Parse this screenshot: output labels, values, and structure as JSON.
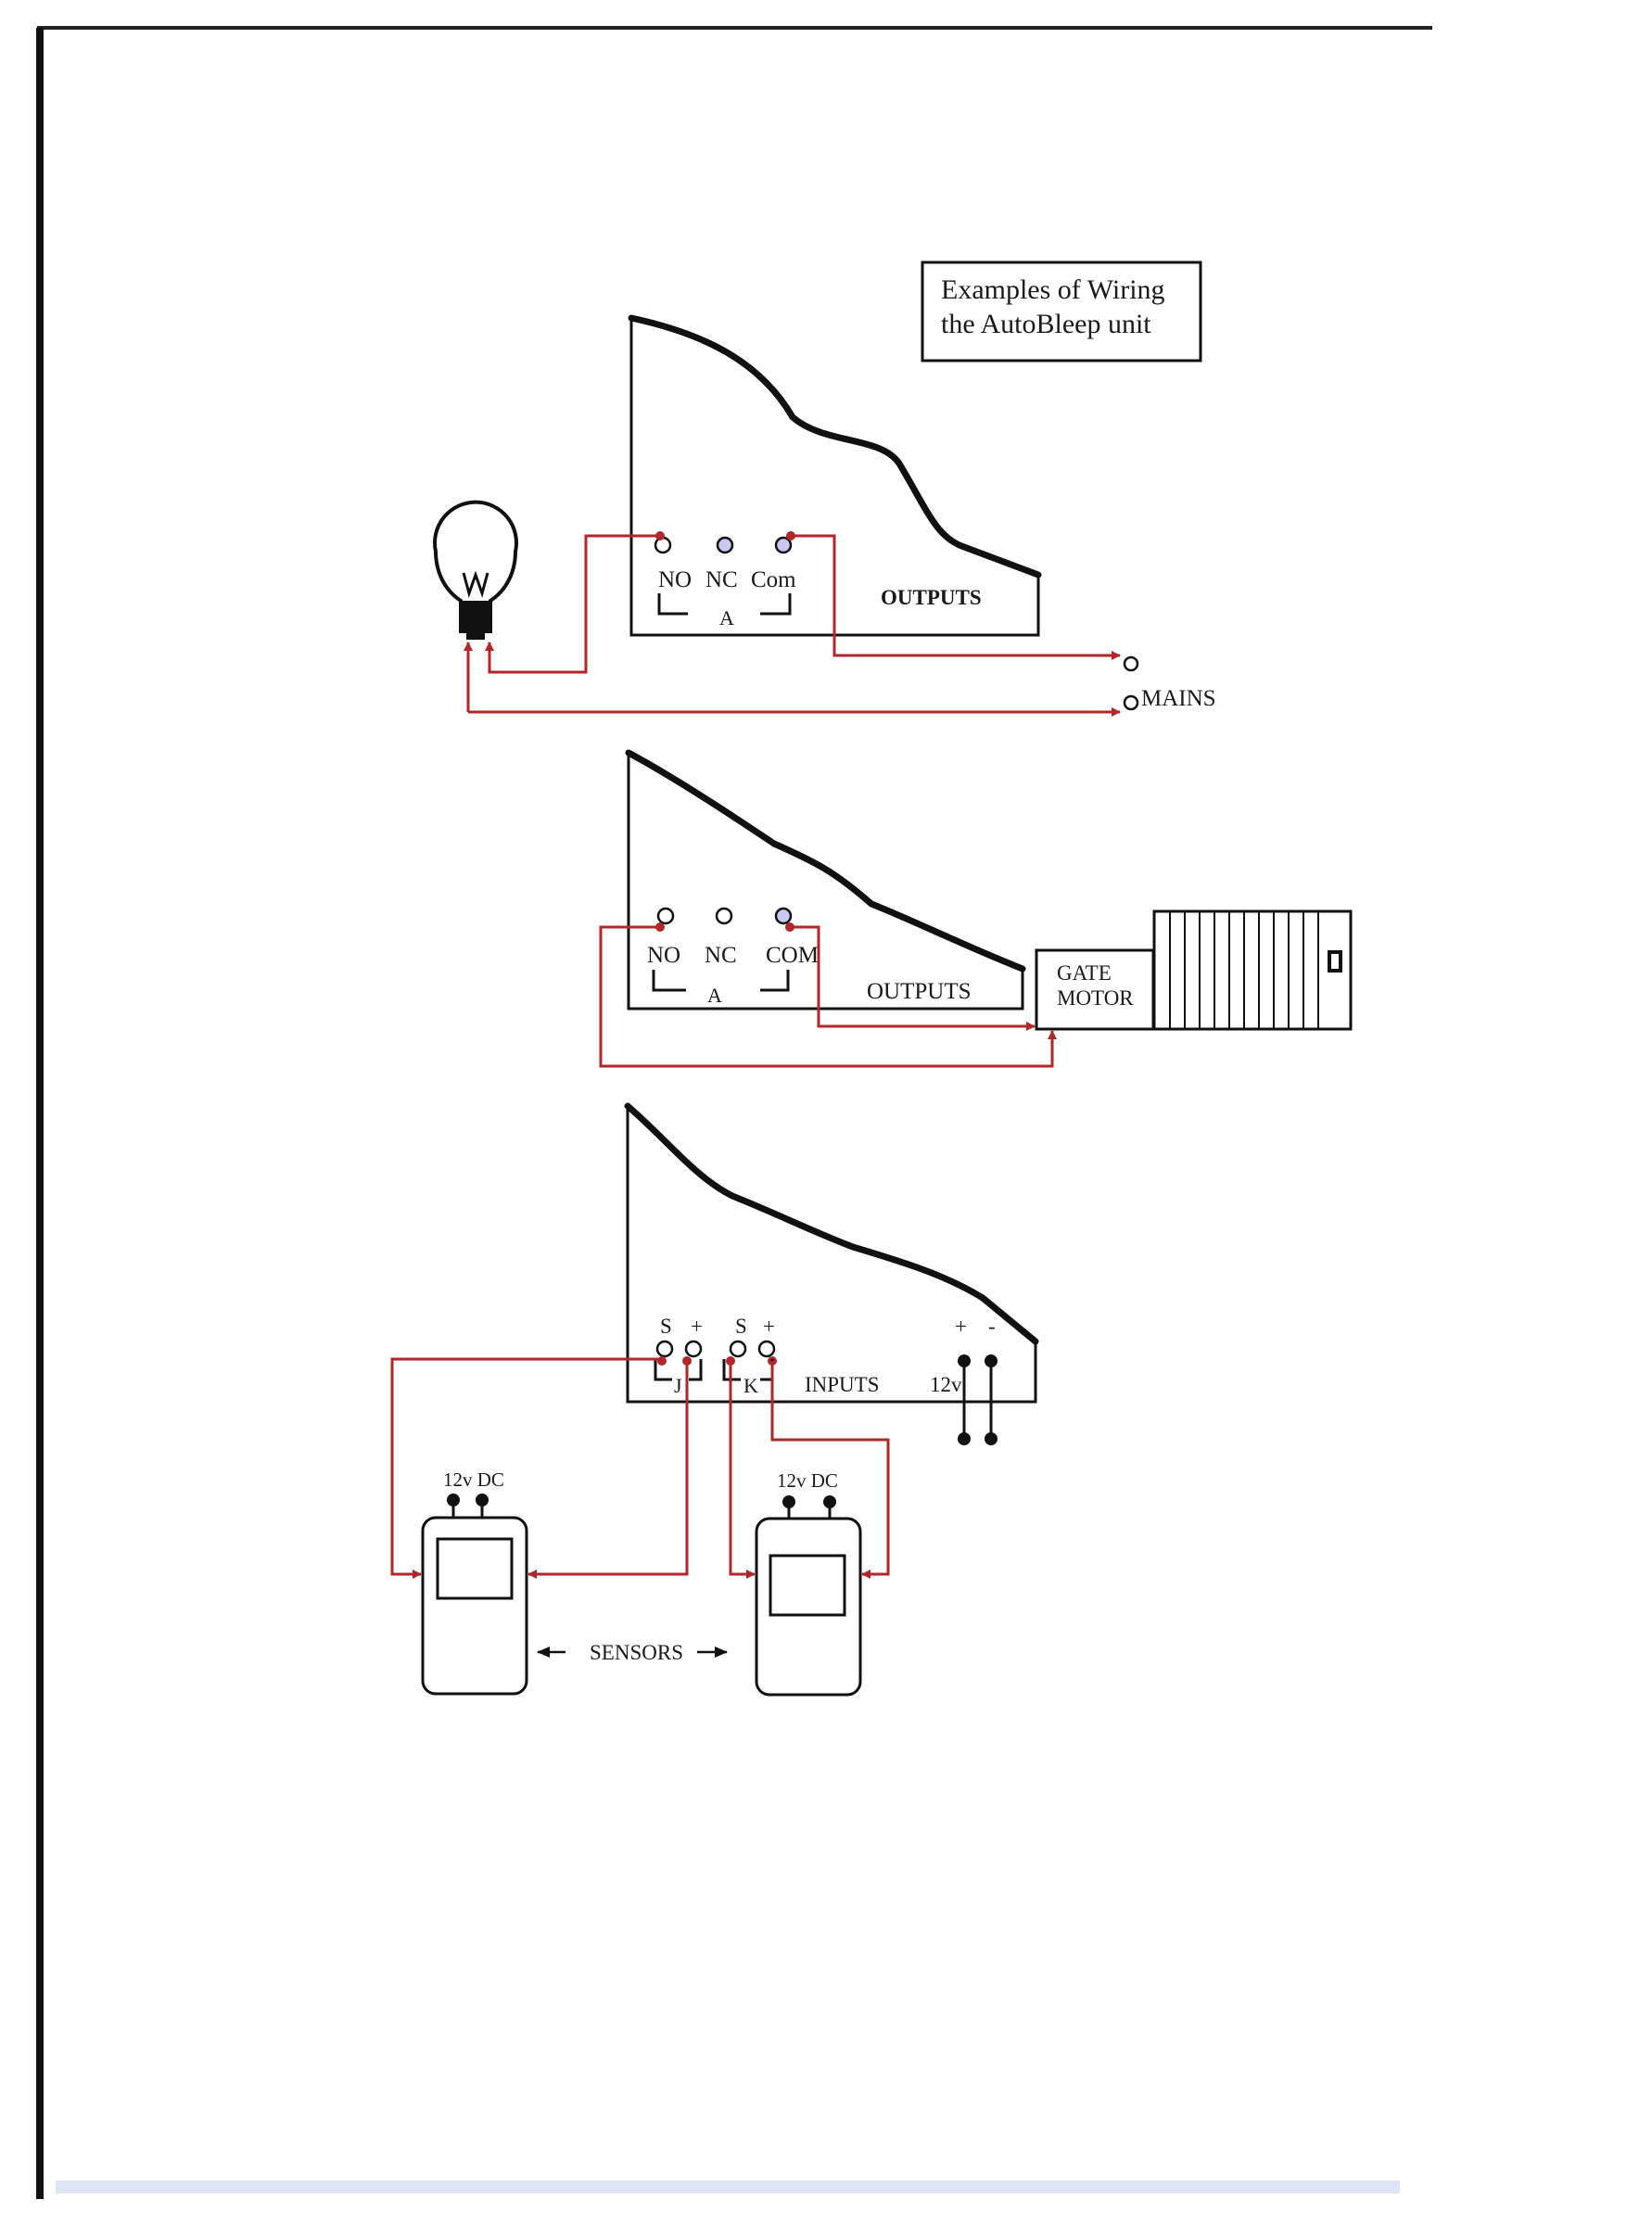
{
  "title": {
    "line1": "Examples of Wiring",
    "line2": "the AutoBleep unit"
  },
  "colors": {
    "wire": "#b3262a",
    "terminal_fill": "#c7c9f0",
    "ink": "#111111"
  },
  "diagram1": {
    "terminals": {
      "no": "NO",
      "nc": "NC",
      "com": "Com"
    },
    "group": "A",
    "section": "OUTPUTS",
    "mains": "MAINS",
    "load_icon": "light-bulb-icon"
  },
  "diagram2": {
    "terminals": {
      "no": "NO",
      "nc": "NC",
      "com": "COM"
    },
    "group": "A",
    "section": "OUTPUTS",
    "motor_line1": "GATE",
    "motor_line2": "MOTOR",
    "gate_icon": "gate-icon"
  },
  "diagram3": {
    "terminals": {
      "s1": "S",
      "p1": "+",
      "s2": "S",
      "p2": "+",
      "plus": "+",
      "minus": "-"
    },
    "groups": {
      "j": "J",
      "k": "K"
    },
    "section": "INPUTS",
    "supply": "12v",
    "sensor1_power": "12v DC",
    "sensor2_power": "12v DC",
    "sensors_label": "SENSORS"
  }
}
